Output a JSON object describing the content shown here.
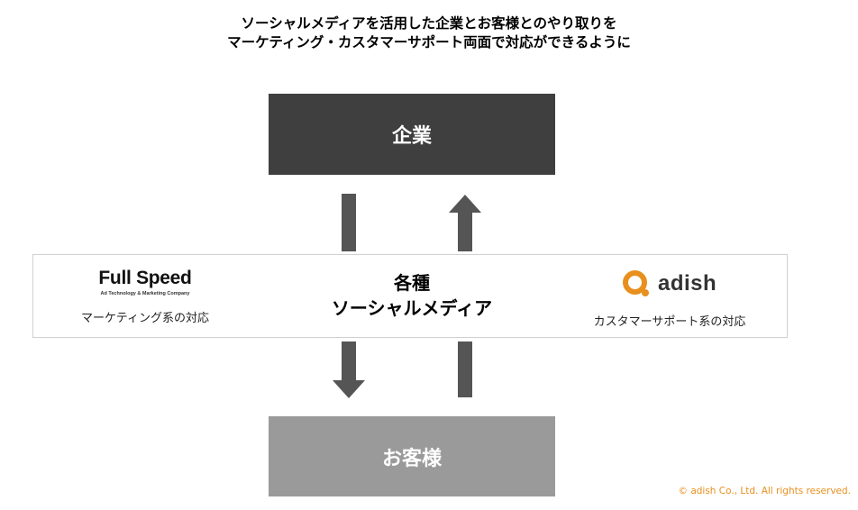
{
  "headline": {
    "line1": "ソーシャルメディアを活用した企業とお客様とのやり取りを",
    "line2": "マーケティング・カスタマーサポート両面で対応ができるように"
  },
  "boxes": {
    "company": "企業",
    "customer": "お客様"
  },
  "media": {
    "line1": "各種",
    "line2": "ソーシャルメディア"
  },
  "fullspeed": {
    "name": "Full Speed",
    "tagline": "Ad Technology & Marketing Company",
    "caption": "マーケティング系の対応"
  },
  "adish": {
    "name": "adish",
    "caption": "カスタマーサポート系の対応",
    "icon": "adish-q-logo-icon",
    "color": "#e8901e"
  },
  "colors": {
    "company_box": "#3f3f3f",
    "customer_box": "#9a9a9a",
    "arrows": "#555555"
  },
  "copyright": "© adish Co., Ltd. All rights reserved."
}
